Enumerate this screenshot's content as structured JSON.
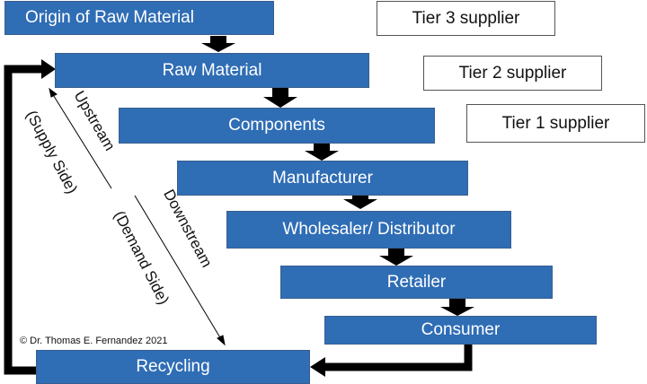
{
  "stages": [
    {
      "id": "origin",
      "label": "Origin of Raw Material"
    },
    {
      "id": "raw",
      "label": "Raw Material"
    },
    {
      "id": "components",
      "label": "Components"
    },
    {
      "id": "manufacturer",
      "label": "Manufacturer"
    },
    {
      "id": "wholesaler",
      "label": "Wholesaler/ Distributor"
    },
    {
      "id": "retailer",
      "label": "Retailer"
    },
    {
      "id": "consumer",
      "label": "Consumer"
    },
    {
      "id": "recycling",
      "label": "Recycling"
    }
  ],
  "tiers": [
    {
      "label": "Tier 3 supplier"
    },
    {
      "label": "Tier 2 supplier"
    },
    {
      "label": "Tier 1 supplier"
    }
  ],
  "annotations": {
    "upstream": "Upstream",
    "supply_side": "(Supply Side)",
    "downstream": "Downstream",
    "demand_side": "(Demand Side)"
  },
  "copyright": "© Dr. Thomas E. Fernandez 2021",
  "colors": {
    "box_fill": "#2f6db5",
    "arrow": "#000000"
  }
}
